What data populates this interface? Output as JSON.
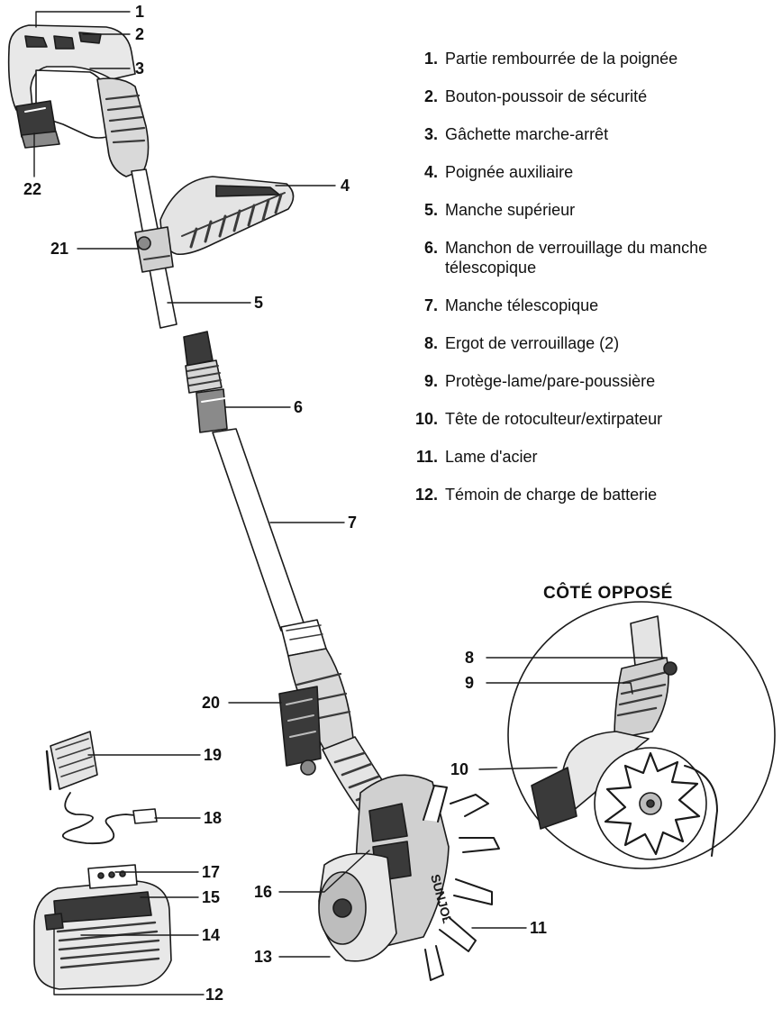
{
  "legend": [
    {
      "num": "1.",
      "text": "Partie rembourrée de la poignée"
    },
    {
      "num": "2.",
      "text": "Bouton-poussoir de sécurité"
    },
    {
      "num": "3.",
      "text": "Gâchette marche-arrêt"
    },
    {
      "num": "4.",
      "text": "Poignée auxiliaire"
    },
    {
      "num": "5.",
      "text": "Manche supérieur"
    },
    {
      "num": "6.",
      "text": "Manchon de verrouillage du manche télescopique"
    },
    {
      "num": "7.",
      "text": "Manche télescopique"
    },
    {
      "num": "8.",
      "text": "Ergot de verrouillage (2)"
    },
    {
      "num": "9.",
      "text": "Protège-lame/pare-poussière"
    },
    {
      "num": "10.",
      "text": "Tête de rotoculteur/extirpateur"
    },
    {
      "num": "11.",
      "text": "Lame d'acier"
    },
    {
      "num": "12.",
      "text": "Témoin de charge de batterie"
    }
  ],
  "opposite_side_title": "CÔTÉ OPPOSÉ",
  "callouts": {
    "c1": "1",
    "c2": "2",
    "c3": "3",
    "c4": "4",
    "c5": "5",
    "c6": "6",
    "c7": "7",
    "c8": "8",
    "c9": "9",
    "c10": "10",
    "c11": "11",
    "c12": "12",
    "c13": "13",
    "c14": "14",
    "c15": "15",
    "c16": "16",
    "c17": "17",
    "c18": "18",
    "c19": "19",
    "c20": "20",
    "c21": "21",
    "c22": "22"
  },
  "brand_mark": "SUNJOE",
  "colors": {
    "line": "#1a1a1a",
    "fill_light": "#f2f2f2",
    "fill_mid": "#bdbdbd",
    "fill_dark": "#3a3a3a"
  }
}
